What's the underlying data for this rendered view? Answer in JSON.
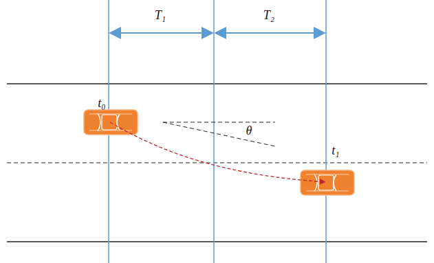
{
  "diagram": {
    "labels": [
      "T₁",
      "T₂",
      "t₀",
      "θ",
      "t₁"
    ]
  }
}
